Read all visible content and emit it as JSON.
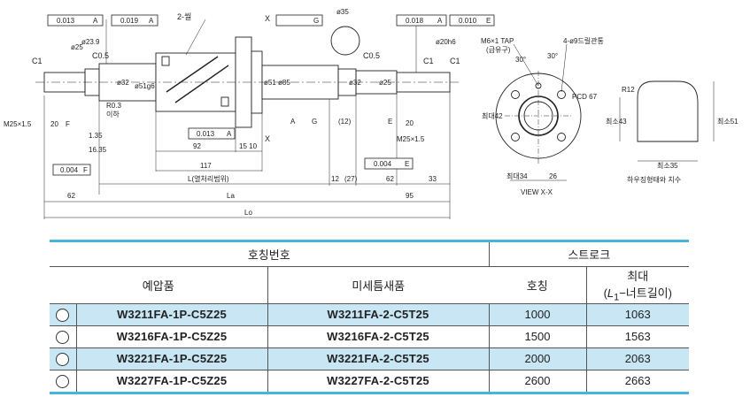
{
  "drawing": {
    "tolerances": [
      "0.013",
      "A",
      "0.019",
      "A",
      "0.018",
      "A",
      "0.010",
      "E",
      "G",
      "0.013",
      "A",
      "0.004",
      "E",
      "0.004",
      "F"
    ],
    "labels": {
      "wiper": "2-씰",
      "section_x_top": "X",
      "section_x_bottom": "X",
      "c1_left": "C1",
      "c05_left": "C0.5",
      "c05_right": "C0.5",
      "c1_right": "C1",
      "c1_right2": "C1",
      "r03": "R0.3",
      "r03_sub": "이하",
      "thread_left": "M25×1.5",
      "thread_right": "M25×1.5",
      "d20": "20",
      "d135": "1.35",
      "d1635": "16.35",
      "d92": "92",
      "d1510": "15 10",
      "d117": "117",
      "d12p": "(12)",
      "d20r": "20",
      "d12": "12",
      "d27": "(27)",
      "d62l": "62",
      "d62r": "62",
      "d95": "95",
      "d33": "33",
      "l_thread": "L(열처리범위)",
      "la": "La",
      "lo": "Lo",
      "phi25l": "ø25",
      "phi239": "ø23.9",
      "phi32l": "ø32",
      "phi51g6": "ø51g6",
      "phi51": "ø51",
      "phi85": "ø85",
      "phi32r": "ø32",
      "phi25r": "ø25",
      "phi20h6": "ø20h6",
      "phi35": "ø35",
      "datum_a": "A",
      "datum_g": "G",
      "datum_e": "E",
      "datum_f": "F"
    },
    "view": {
      "tap": "M6×1 TAP",
      "tap_sub": "(급유구)",
      "holes": "4-ø9드릴관통",
      "pcd": "PCD 67",
      "angle1": "30°",
      "angle2": "30°",
      "max42": "최대42",
      "max34": "최대34",
      "d26": "26",
      "title": "VIEW X-X",
      "r12": "R12",
      "min43": "최소43",
      "min51": "최소51",
      "min35": "최소35",
      "housing": "하우징형태와 치수"
    }
  },
  "table": {
    "housing_part": "호칭번호",
    "stroke": "스트로크",
    "col_preload": "예압품",
    "col_micro": "미세틈새품",
    "col_nominal": "호칭",
    "col_max": "최대",
    "col_max_sub_l": "L",
    "col_max_sub_idx": "1",
    "col_max_sub_rest": "−너트길이)",
    "col_max_sub_open": "(",
    "rows": [
      {
        "preload": "W3211FA-1P-C5Z25",
        "micro": "W3211FA-2-C5T25",
        "nominal": "1000",
        "max": "1063"
      },
      {
        "preload": "W3216FA-1P-C5Z25",
        "micro": "W3216FA-2-C5T25",
        "nominal": "1500",
        "max": "1563"
      },
      {
        "preload": "W3221FA-1P-C5Z25",
        "micro": "W3221FA-2-C5T25",
        "nominal": "2000",
        "max": "2063"
      },
      {
        "preload": "W3227FA-1P-C5Z25",
        "micro": "W3227FA-2-C5T25",
        "nominal": "2600",
        "max": "2663"
      }
    ]
  },
  "colors": {
    "accent": "#45b5dc",
    "row_shade": "#c8e6f4"
  }
}
